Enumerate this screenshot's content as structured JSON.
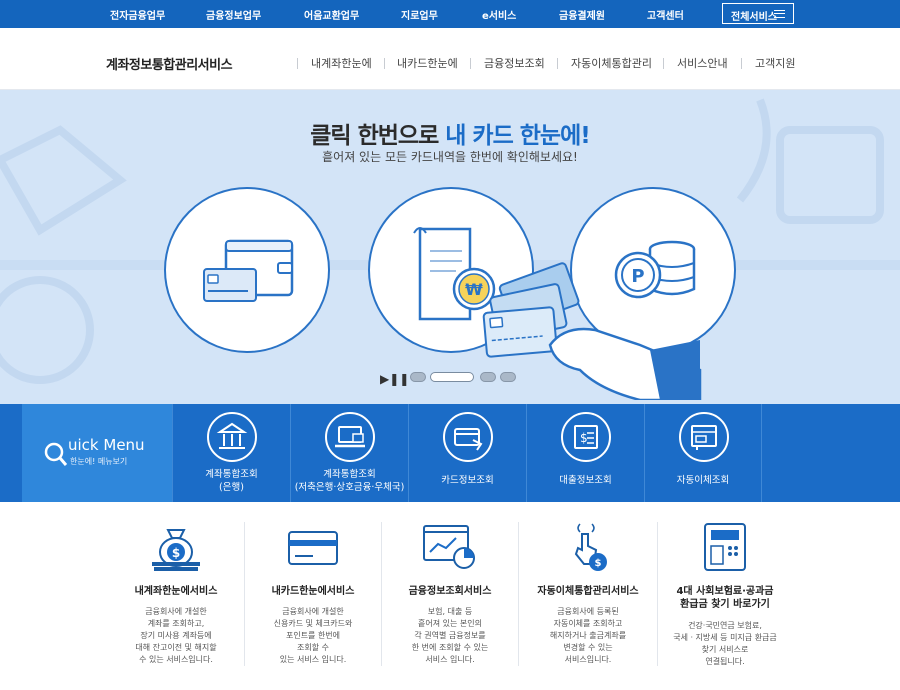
{
  "topbar": {
    "items": [
      "전자금융업무",
      "금융정보업무",
      "어음교환업무",
      "지로업무",
      "e서비스",
      "금융결제원",
      "고객센터"
    ],
    "all_services": "전체서비스"
  },
  "header": {
    "logo": "계좌정보통합관리서비스",
    "nav": [
      "내계좌한눈에",
      "내카드한눈에",
      "금융정보조회",
      "자동이체통합관리",
      "서비스안내",
      "고객지원"
    ]
  },
  "hero": {
    "title_plain": "클릭 한번으로 ",
    "title_accent": "내 카드 한눈에!",
    "subtitle": "흩어져 있는 모든 카드내역을 한번에 확인해보세요!",
    "coin_symbol": "₩",
    "point_symbol": "P",
    "slide_count": 4,
    "active_slide": 2
  },
  "quick_menu": {
    "title": "uick Menu",
    "subtitle": "한눈에! 메뉴보기",
    "items": [
      {
        "label_line1": "계좌통합조회",
        "label_line2": "(은행)"
      },
      {
        "label_line1": "계좌통합조회",
        "label_line2": "(저축은행·상호금융·우체국)"
      },
      {
        "label_line1": "카드정보조회",
        "label_line2": ""
      },
      {
        "label_line1": "대출정보조회",
        "label_line2": ""
      },
      {
        "label_line1": "자동이체조회",
        "label_line2": ""
      }
    ]
  },
  "services": [
    {
      "title": "내계좌한눈에서비스",
      "desc": "금융회사에 개설한\n계좌를 조회하고,\n장기 미사용 계좌등에\n대해 잔고이전 및 해지할\n수 있는 서비스입니다."
    },
    {
      "title": "내카드한눈에서비스",
      "desc": "금융회사에 개설한\n신용카드 및 체크카드와\n포인트를 한번에\n조회할 수\n있는 서비스 입니다."
    },
    {
      "title": "금융정보조회서비스",
      "desc": "보험, 대출 등\n흩어져 있는 본인의\n각 권역별 금융정보를\n한 번에 조회할 수 있는\n서비스 입니다."
    },
    {
      "title": "자동이체통합관리서비스",
      "desc": "금융회사에 등록된\n자동이체를 조회하고\n해지하거나 출금계좌를\n변경할 수 있는\n서비스입니다."
    },
    {
      "title": "4대 사회보험료·공과금\n환급금 찾기 바로가기",
      "desc": "건강·국민연금 보험료,\n국세 · 지방세 등 미지급 환급금\n찾기 서비스로\n연결됩니다."
    }
  ],
  "colors": {
    "brand_blue": "#1465bd",
    "quick_blue": "#1b6cc7",
    "hero_bg": "#d3e4f7",
    "accent": "#1b6cc7"
  }
}
